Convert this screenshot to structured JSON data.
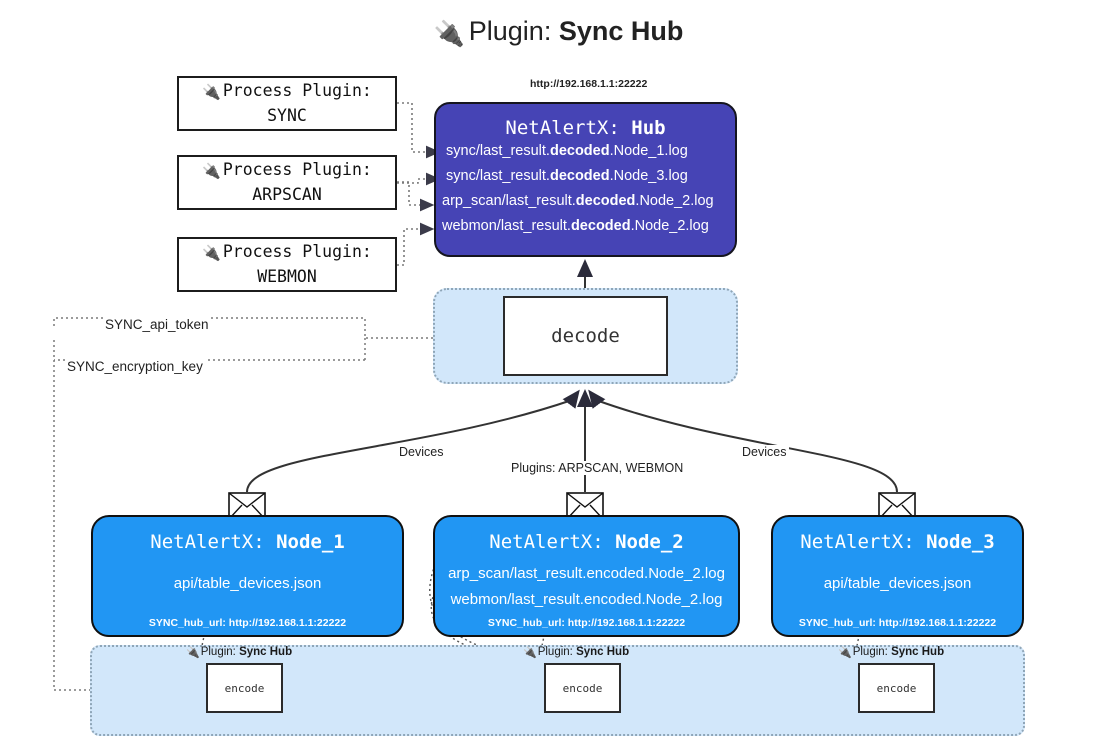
{
  "title": {
    "icon": "plug-icon",
    "prefix": "Plugin: ",
    "name": "Sync Hub"
  },
  "process_plugins": [
    {
      "icon": "plug-icon",
      "line1": "Process Plugin:",
      "line2": "SYNC"
    },
    {
      "icon": "plug-icon",
      "line1": "Process Plugin:",
      "line2": "ARPSCAN"
    },
    {
      "icon": "plug-icon",
      "line1": "Process Plugin:",
      "line2": "WEBMON"
    }
  ],
  "hub": {
    "url_caption": "http://192.168.1.1:22222",
    "header_prefix": "NetAlertX: ",
    "header_name": "Hub",
    "logs": [
      {
        "pre": "sync/last_result.",
        "em": "decoded",
        "post": ".Node_1.log"
      },
      {
        "pre": "sync/last_result.",
        "em": "decoded",
        "post": ".Node_3.log"
      },
      {
        "pre": "arp_scan/last_result.",
        "em": "decoded",
        "post": ".Node_2.log"
      },
      {
        "pre": "webmon/last_result.",
        "em": "decoded",
        "post": ".Node_2.log"
      }
    ]
  },
  "decode": {
    "label": "decode"
  },
  "secrets": [
    {
      "label": "SYNC_api_token"
    },
    {
      "label": "SYNC_encryption_key"
    }
  ],
  "edge_labels": {
    "devices_left": "Devices",
    "devices_right": "Devices",
    "plugins_center": "Plugins: ARPSCAN, WEBMON"
  },
  "nodes": [
    {
      "icon": "envelope-icon",
      "header_prefix": "NetAlertX: ",
      "header_name": "Node_1",
      "lines": [
        "api/table_devices.json"
      ],
      "footer": "SYNC_hub_url: http://192.168.1.1:22222"
    },
    {
      "icon": "envelope-icon",
      "header_prefix": "NetAlertX: ",
      "header_name": "Node_2",
      "lines": [
        "arp_scan/last_result.encoded.Node_2.log",
        "webmon/last_result.encoded.Node_2.log"
      ],
      "footer": "SYNC_hub_url: http://192.168.1.1:22222"
    },
    {
      "icon": "envelope-icon",
      "header_prefix": "NetAlertX: ",
      "header_name": "Node_3",
      "lines": [
        "api/table_devices.json"
      ],
      "footer": "SYNC_hub_url: http://192.168.1.1:22222"
    }
  ],
  "encoders": [
    {
      "plugin_prefix": "Plugin: ",
      "plugin_name": "Sync Hub",
      "label": "encode"
    },
    {
      "plugin_prefix": "Plugin: ",
      "plugin_name": "Sync Hub",
      "label": "encode"
    },
    {
      "plugin_prefix": "Plugin: ",
      "plugin_name": "Sync Hub",
      "label": "encode"
    }
  ],
  "colors": {
    "hub_fill": "#4644b5",
    "node_fill": "#2196f3",
    "band_fill": "#d2e7fa",
    "band_border": "#8fa6b8",
    "edge": "#333333"
  }
}
